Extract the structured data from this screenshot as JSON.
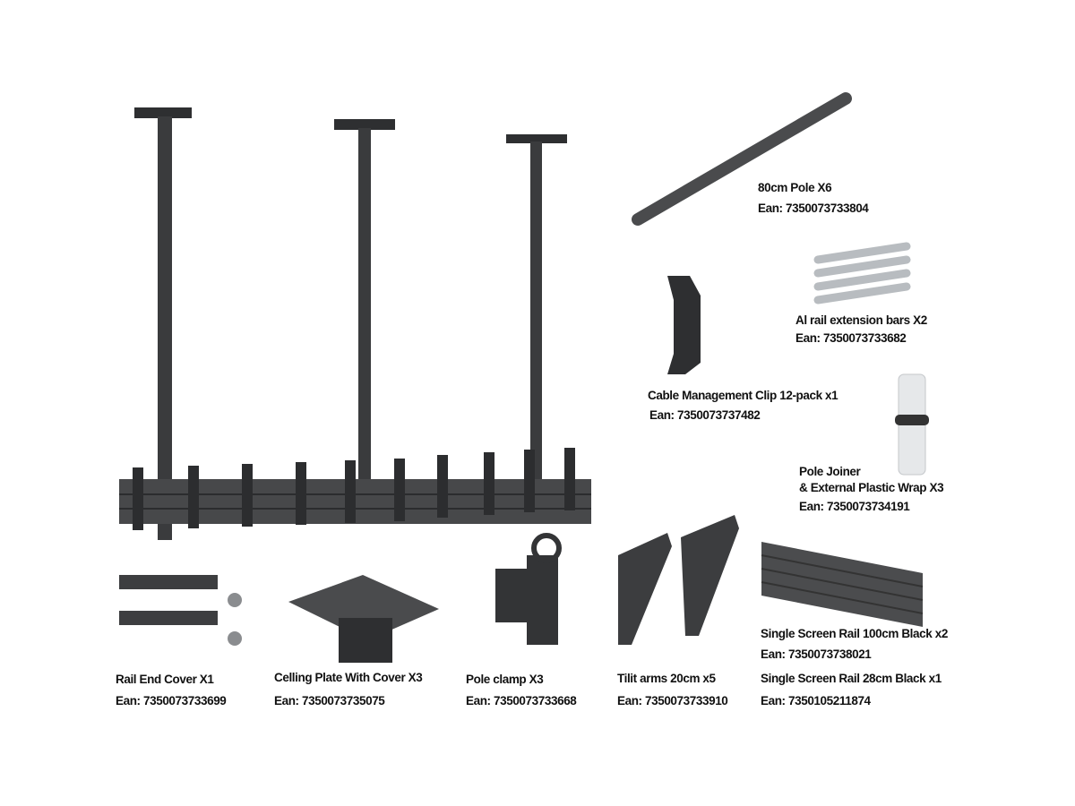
{
  "parts": [
    {
      "name": "80cm Pole X6",
      "ean": "Ean: 7350073733804"
    },
    {
      "name": "Al rail extension bars X2",
      "ean": "Ean: 7350073733682"
    },
    {
      "name": "Cable Management Clip 12-pack x1",
      "ean": "Ean: 7350073737482"
    },
    {
      "name": "Pole Joiner",
      "name_line2": "& External Plastic Wrap X3",
      "ean": "Ean: 7350073734191"
    },
    {
      "name": "Single Screen Rail 100cm Black x2",
      "ean": "Ean: 7350073738021"
    },
    {
      "name": "Single Screen Rail 28cm Black x1",
      "ean": "Ean: 7350105211874"
    },
    {
      "name": "Rail End Cover X1",
      "ean": "Ean: 7350073733699"
    },
    {
      "name": "Celling Plate With Cover X3",
      "ean": "Ean: 7350073735075"
    },
    {
      "name": "Pole clamp X3",
      "ean": "Ean: 7350073733668"
    },
    {
      "name": "Tilit arms 20cm x5",
      "ean": "Ean: 7350073733910"
    }
  ]
}
